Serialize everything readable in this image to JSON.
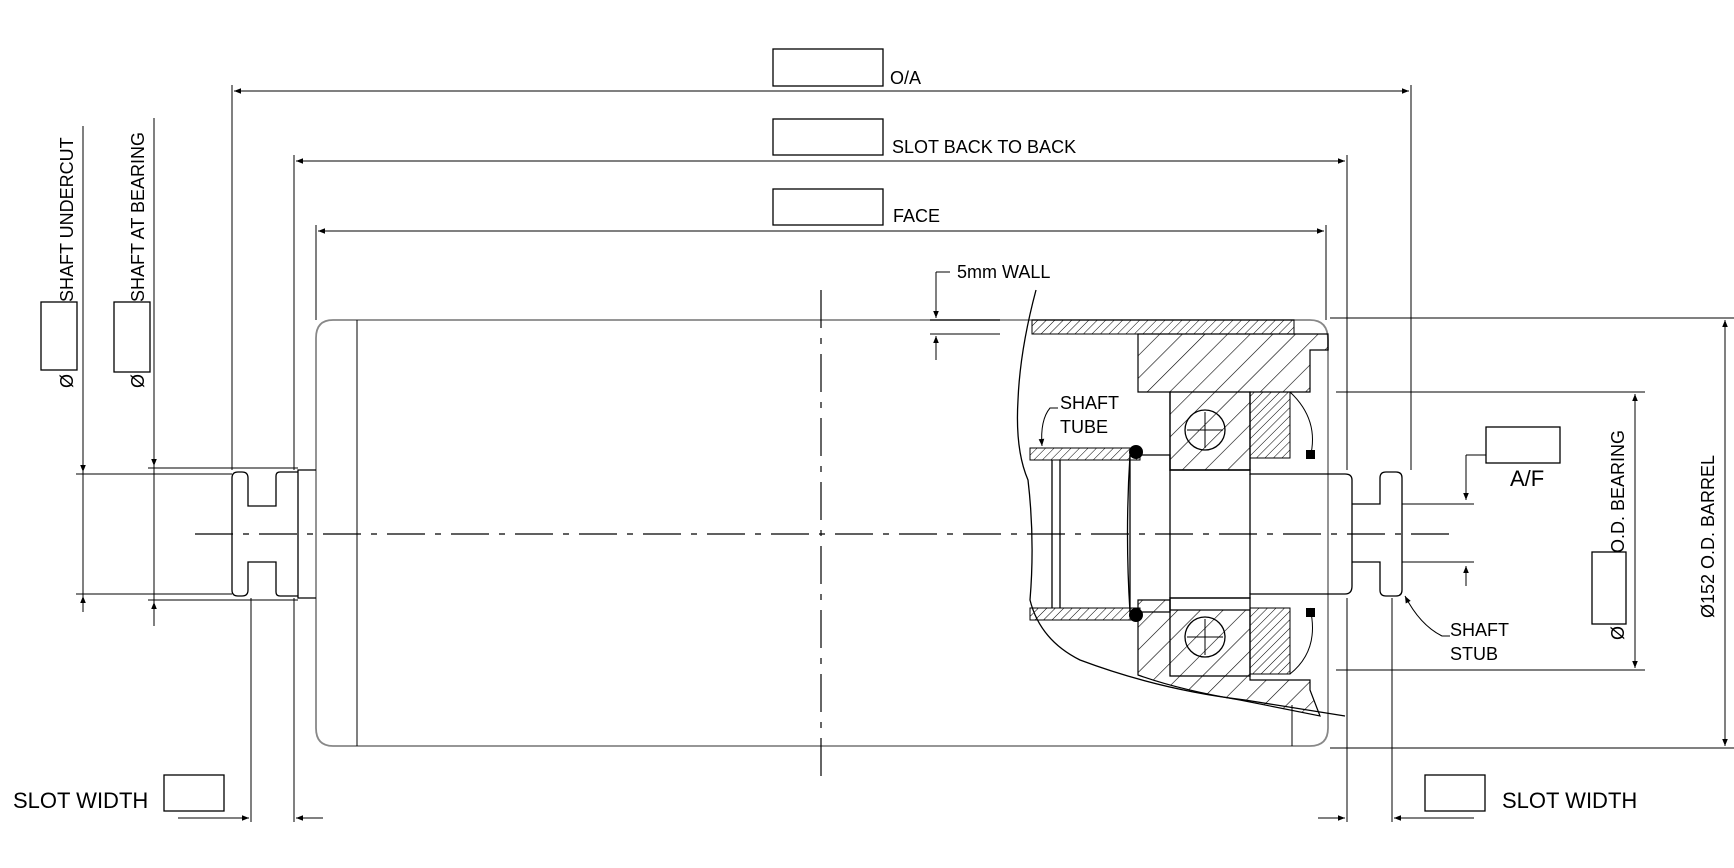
{
  "labels": {
    "oa": "O/A",
    "slot_back_to_back": "SLOT BACK TO BACK",
    "face": "FACE",
    "wall": "5mm WALL",
    "shaft_tube_1": "SHAFT",
    "shaft_tube_2": "TUBE",
    "shaft_undercut": "SHAFT UNDERCUT",
    "shaft_at_bearing": "SHAFT AT BEARING",
    "diameter_symbol_left": "Ø",
    "diameter_symbol_right": "Ø",
    "diameter_symbol_bearing": "Ø",
    "af": "A/F",
    "od_bearing": "O.D. BEARING",
    "od_barrel": "Ø152  O.D. BARREL",
    "shaft_stub_1": "SHAFT",
    "shaft_stub_2": "STUB",
    "slot_width_left": "SLOT WIDTH",
    "slot_width_right": "SLOT WIDTH"
  }
}
